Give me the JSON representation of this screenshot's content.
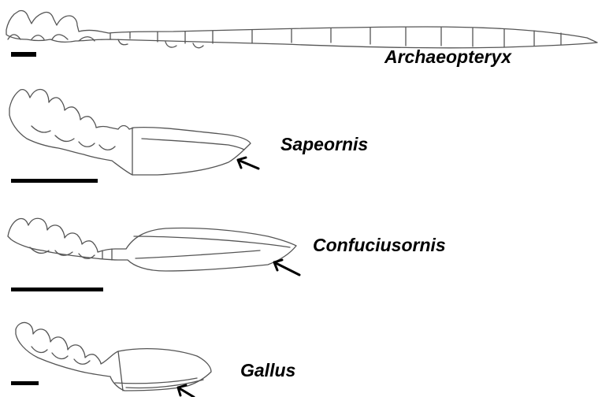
{
  "figure": {
    "panels": [
      {
        "taxon": "Archaeopteryx",
        "has_pygostyle_arrow": false
      },
      {
        "taxon": "Sapeornis",
        "has_pygostyle_arrow": true
      },
      {
        "taxon": "Confuciusornis",
        "has_pygostyle_arrow": true
      },
      {
        "taxon": "Gallus",
        "has_pygostyle_arrow": true
      }
    ],
    "colors": {
      "outline": "#555555",
      "scale_bar": "#000000",
      "arrow": "#000000",
      "label": "#000000"
    }
  }
}
